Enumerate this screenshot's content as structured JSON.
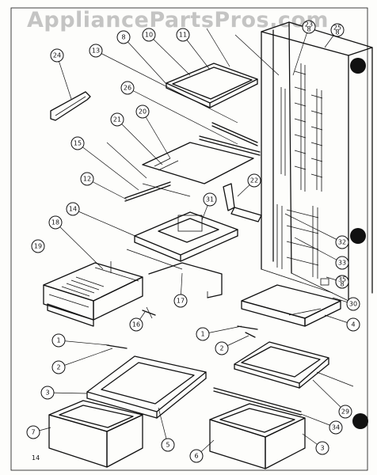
{
  "watermark": "AppliancePartsPros.com",
  "page_number": "14",
  "callouts": [
    "1",
    "2",
    "3",
    "4",
    "5",
    "6",
    "7",
    "8",
    "10",
    "11",
    "12",
    "13",
    "14",
    "15",
    "16",
    "17",
    "18",
    "19",
    "20",
    "21",
    "22",
    "23\n8",
    "24",
    "25\n8",
    "26",
    "29",
    "30",
    "31",
    "32",
    "33",
    "34",
    "35\n8"
  ]
}
